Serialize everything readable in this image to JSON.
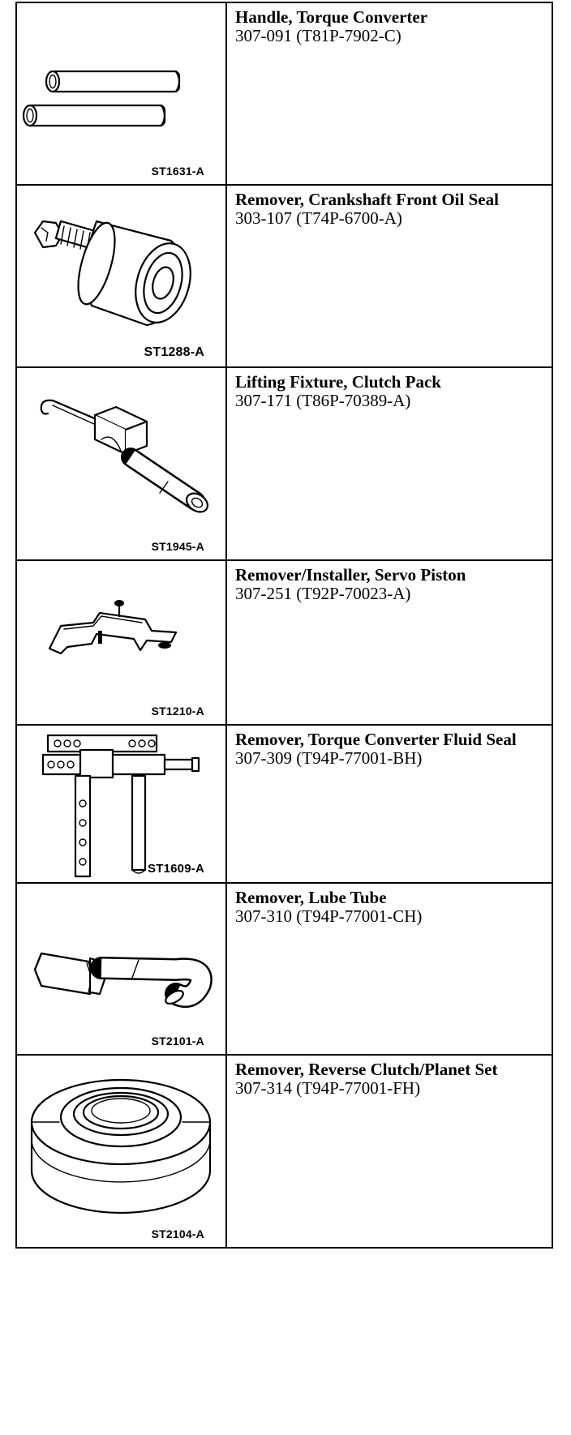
{
  "tools": [
    {
      "code": "ST1631-A",
      "name": "Handle, Torque Converter",
      "number": "307-091 (T81P-7902-C)",
      "icon": "handle-tubes-icon"
    },
    {
      "code": "ST1288-A",
      "name": "Remover, Crankshaft Front Oil Seal",
      "number": "303-107 (T74P-6700-A)",
      "icon": "oil-seal-remover-icon"
    },
    {
      "code": "ST1945-A",
      "name": "Lifting Fixture, Clutch Pack",
      "number": "307-171 (T86P-70389-A)",
      "icon": "lifting-fixture-icon"
    },
    {
      "code": "ST1210-A",
      "name": "Remover/Installer, Servo Piston",
      "number": "307-251 (T92P-70023-A)",
      "icon": "servo-bracket-icon"
    },
    {
      "code": "ST1609-A",
      "name": "Remover, Torque Converter Fluid Seal",
      "number": "307-309 (T94P-77001-BH)",
      "icon": "seal-puller-icon"
    },
    {
      "code": "ST2101-A",
      "name": "Remover, Lube Tube",
      "number": "307-310 (T94P-77001-CH)",
      "icon": "lube-tube-remover-icon"
    },
    {
      "code": "ST2104-A",
      "name": "Remover, Reverse Clutch/Planet Set",
      "number": "307-314 (T94P-77001-FH)",
      "icon": "ring-remover-icon"
    }
  ]
}
